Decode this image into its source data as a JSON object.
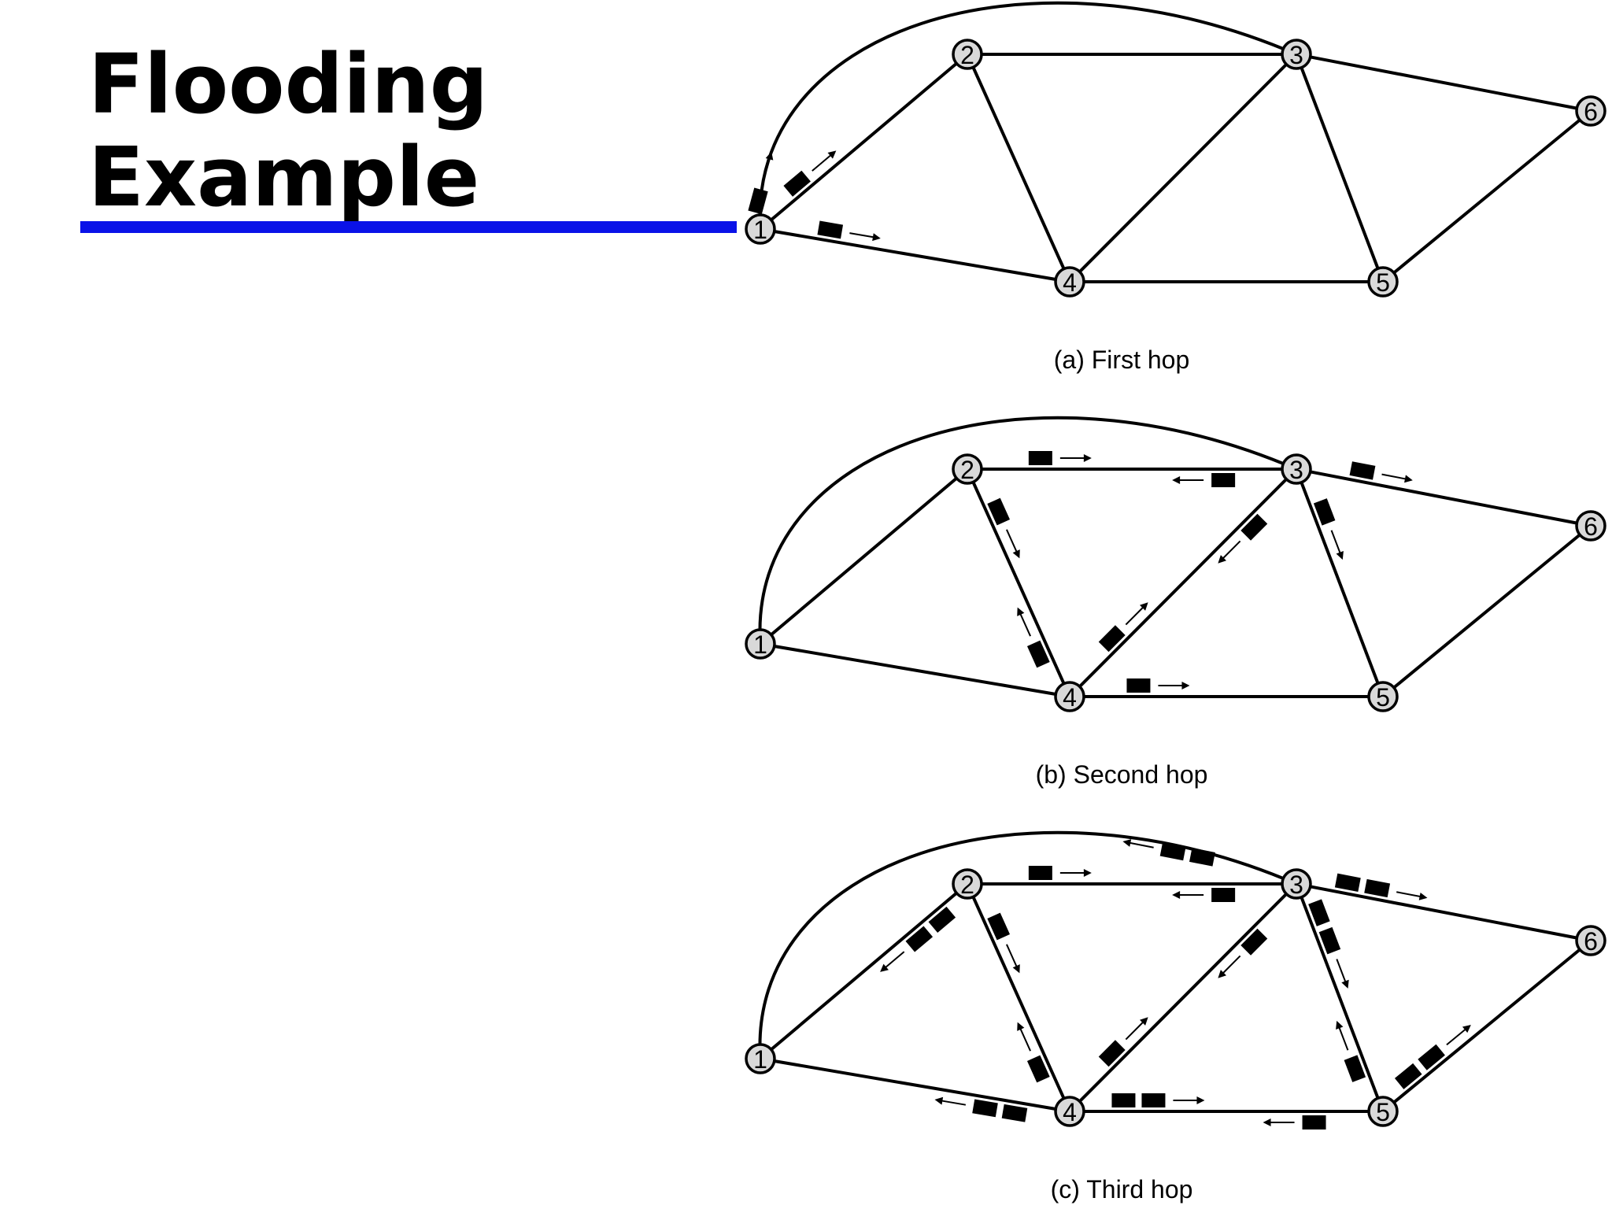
{
  "title": {
    "line1": "Flooding",
    "line2": "Example"
  },
  "colors": {
    "rule": "#0a12e8",
    "node_fill": "#d9d9d9",
    "stroke": "#000000"
  },
  "panels": [
    {
      "id": "a",
      "caption": "(a) First hop"
    },
    {
      "id": "b",
      "caption": "(b) Second hop"
    },
    {
      "id": "c",
      "caption": "(c) Third hop"
    }
  ],
  "nodes": [
    {
      "id": "1",
      "label": "1"
    },
    {
      "id": "2",
      "label": "2"
    },
    {
      "id": "3",
      "label": "3"
    },
    {
      "id": "4",
      "label": "4"
    },
    {
      "id": "5",
      "label": "5"
    },
    {
      "id": "6",
      "label": "6"
    }
  ],
  "edges": [
    {
      "from": "1",
      "to": "2"
    },
    {
      "from": "1",
      "to": "3",
      "curved": true
    },
    {
      "from": "1",
      "to": "4"
    },
    {
      "from": "2",
      "to": "3"
    },
    {
      "from": "2",
      "to": "4"
    },
    {
      "from": "3",
      "to": "4"
    },
    {
      "from": "3",
      "to": "5"
    },
    {
      "from": "3",
      "to": "6"
    },
    {
      "from": "4",
      "to": "5"
    },
    {
      "from": "5",
      "to": "6"
    }
  ],
  "packets": {
    "a": [
      {
        "from": "1",
        "to": "3",
        "count": 1
      },
      {
        "from": "1",
        "to": "2",
        "count": 1
      },
      {
        "from": "1",
        "to": "4",
        "count": 1
      }
    ],
    "b": [
      {
        "from": "2",
        "to": "3",
        "count": 1
      },
      {
        "from": "3",
        "to": "2",
        "count": 1
      },
      {
        "from": "2",
        "to": "4",
        "count": 1
      },
      {
        "from": "3",
        "to": "4",
        "count": 1
      },
      {
        "from": "4",
        "to": "2",
        "count": 1
      },
      {
        "from": "4",
        "to": "3",
        "count": 1
      },
      {
        "from": "3",
        "to": "5",
        "count": 1
      },
      {
        "from": "3",
        "to": "6",
        "count": 1
      },
      {
        "from": "4",
        "to": "5",
        "count": 1
      }
    ],
    "c": [
      {
        "from": "2",
        "to": "1",
        "count": 2
      },
      {
        "from": "2",
        "to": "3",
        "count": 1
      },
      {
        "from": "3",
        "to": "2",
        "count": 1
      },
      {
        "from": "2",
        "to": "4",
        "count": 1
      },
      {
        "from": "3",
        "to": "4",
        "count": 1
      },
      {
        "from": "4",
        "to": "2",
        "count": 1
      },
      {
        "from": "4",
        "to": "3",
        "count": 1
      },
      {
        "from": "3",
        "to": "1",
        "count": 2
      },
      {
        "from": "3",
        "to": "6",
        "count": 2
      },
      {
        "from": "3",
        "to": "5",
        "count": 2
      },
      {
        "from": "5",
        "to": "3",
        "count": 1
      },
      {
        "from": "5",
        "to": "6",
        "count": 2
      },
      {
        "from": "4",
        "to": "1",
        "count": 2
      },
      {
        "from": "4",
        "to": "5",
        "count": 2
      },
      {
        "from": "5",
        "to": "4",
        "count": 1
      }
    ]
  }
}
